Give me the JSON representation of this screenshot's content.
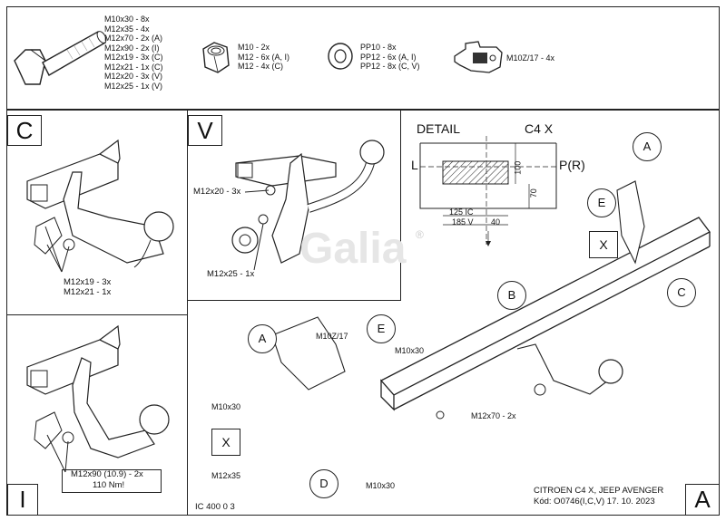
{
  "parts_list": {
    "bolts": [
      "M10x30 - 8x",
      "M12x35 - 4x",
      "M12x70 - 2x (A)",
      "M12x90 - 2x (I)",
      "M12x19 - 3x (C)",
      "M12x21 - 1x (C)",
      "M12x20 - 3x (V)",
      "M12x25 - 1x (V)"
    ],
    "nuts": [
      "M10 - 2x",
      "M12 - 6x (A, I)",
      "M12 - 4x (C)"
    ],
    "washers": [
      "PP10 - 8x",
      "PP12 - 6x (A, I)",
      "PP12 - 8x (C, V)"
    ],
    "clamp": "M10Z/17 - 4x"
  },
  "panel_c": {
    "letter": "C",
    "bolt_label_1": "M12x19 - 3x",
    "bolt_label_2": "M12x21 - 1x"
  },
  "panel_v": {
    "letter": "V",
    "bolt_label_1": "M12x20 - 3x",
    "bolt_label_2": "M12x25 - 1x"
  },
  "panel_i": {
    "letter": "I",
    "bolt_label": "M12x90 (10.9) - 2x",
    "torque": "110 Nm!"
  },
  "detail": {
    "title": "DETAIL",
    "model": "C4 X",
    "left": "L",
    "right": "P(R)",
    "dim_100": "100",
    "dim_70": "70",
    "dim_125": "125 IC",
    "dim_185": "185 V",
    "dim_40": "40"
  },
  "main": {
    "label_a_top": "A",
    "label_e_top": "E",
    "label_x_top": "X",
    "label_c": "C",
    "label_b": "B",
    "label_a": "A",
    "label_e": "E",
    "label_x": "X",
    "label_d": "D",
    "m10z17": "M10Z/17",
    "m10x30_top": "M10x30",
    "m10x30_left": "M10x30",
    "m12x35": "M12x35",
    "m10x30_bottom": "M10x30",
    "m12x70": "M12x70 - 2x",
    "watermark": "Galia",
    "registered": "®"
  },
  "footer": {
    "code": "IC 400 0 3",
    "vehicle": "CITROEN C4 X, JEEP AVENGER",
    "kod": "Kód: O0746(I,C,V)  17. 10. 2023",
    "sheet": "A"
  }
}
